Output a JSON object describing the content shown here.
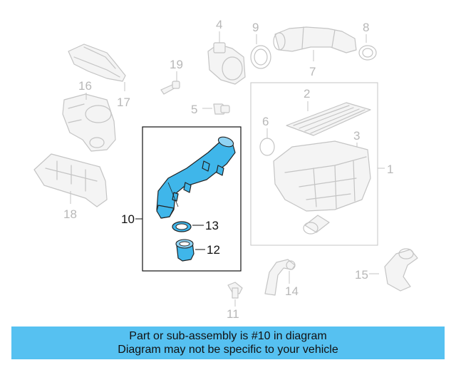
{
  "callouts": {
    "n1": "1",
    "n2": "2",
    "n3": "3",
    "n4": "4",
    "n5": "5",
    "n6": "6",
    "n7": "7",
    "n8": "8",
    "n9": "9",
    "n10": "10",
    "n11": "11",
    "n12": "12",
    "n13": "13",
    "n14": "14",
    "n15": "15",
    "n16": "16",
    "n17": "17",
    "n18": "18",
    "n19": "19"
  },
  "banner": {
    "line1": "Part or sub-assembly is #10 in diagram",
    "line2": "Diagram may not be specific to your vehicle"
  },
  "colors": {
    "highlight": "#3fb6ea",
    "banner": "#56c1f1",
    "ghost": "#c4c4c4"
  }
}
